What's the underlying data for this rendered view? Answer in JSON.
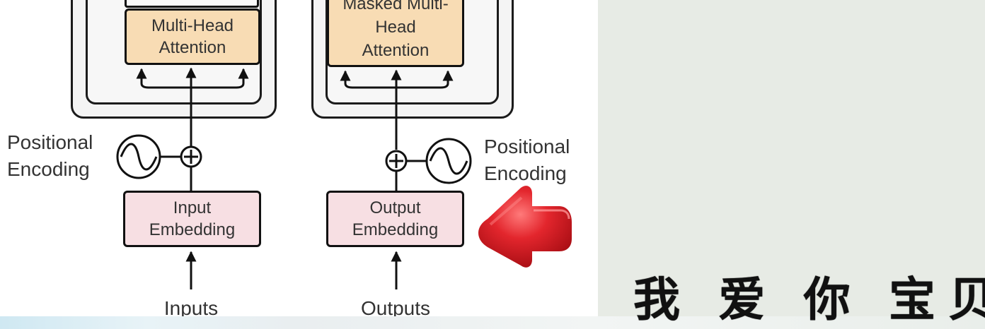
{
  "diagram": {
    "encoder": {
      "attention_label": "Multi-Head Attention",
      "positional_encoding_label": "Positional Encoding",
      "embedding_label": "Input Embedding",
      "input_label": "Inputs"
    },
    "decoder": {
      "attention_label": "Masked Multi-Head Attention",
      "positional_encoding_label": "Positional Encoding",
      "embedding_label": "Output Embedding",
      "output_label": "Outputs"
    }
  },
  "subtitle": {
    "text": "我 爱 你 宝贝"
  },
  "colors": {
    "attention_fill": "#f8dcb4",
    "embedding_fill": "#f7dfe3",
    "side_panel": "#e7ebe5",
    "pointer_arrow": "#d71920"
  },
  "icons": {
    "add": "circle-plus-icon",
    "positional": "sine-wave-icon",
    "pointer": "red-arrow-icon"
  }
}
